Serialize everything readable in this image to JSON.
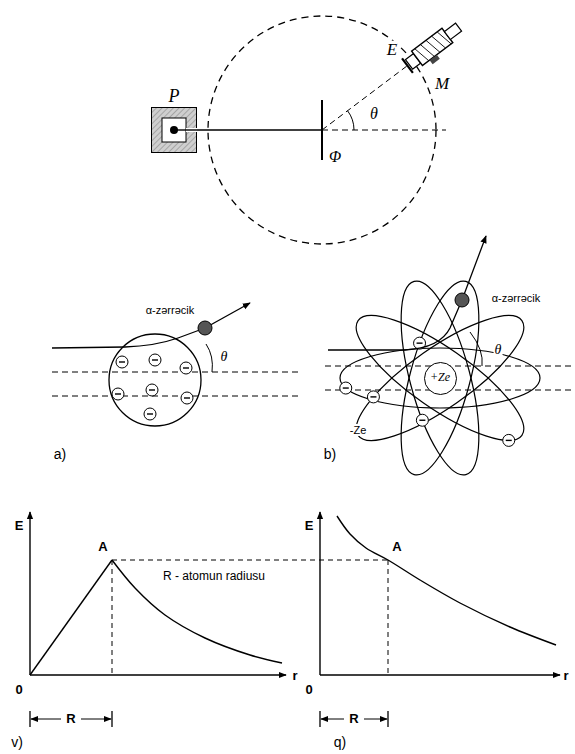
{
  "diagram": {
    "nodes": [
      {
        "text": [
          "P"
        ]
      },
      {
        "text": [
          "+Ze"
        ]
      }
    ],
    "labels": [
      "E",
      "M",
      "θ",
      "Φ",
      "α-zərrəcik",
      "θ",
      "a)",
      "α-zərrəcik",
      "θ",
      "-Ze",
      "b)",
      "E",
      "A",
      "R - atomun radiusu",
      "0",
      "R",
      "r",
      "v)",
      "E",
      "A",
      "0",
      "R",
      "r",
      "q)"
    ]
  }
}
